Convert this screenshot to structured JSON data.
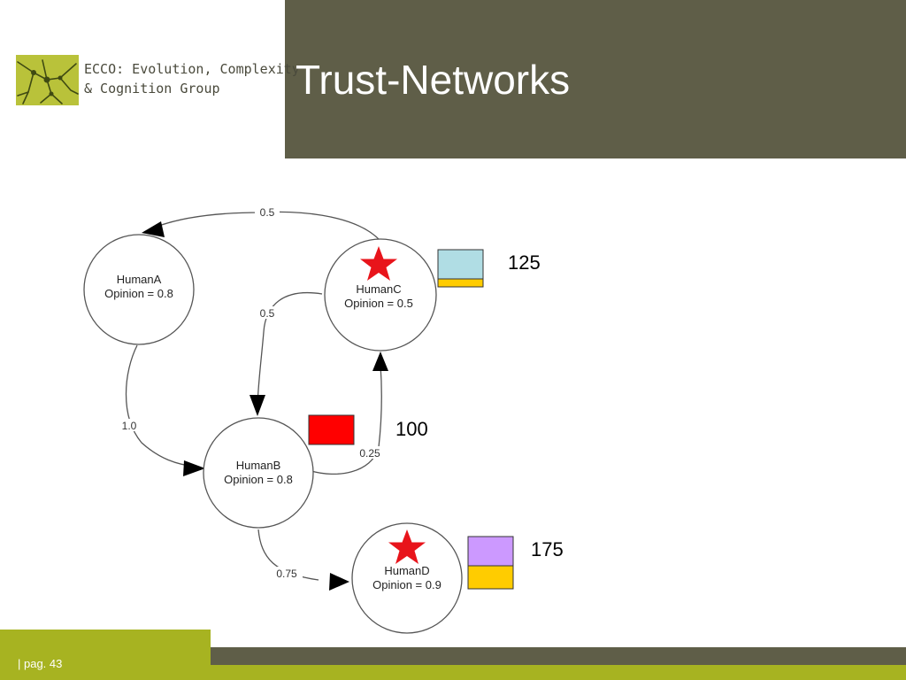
{
  "header": {
    "logo_line1": "ECCO: Evolution, Complexity",
    "logo_line2": "& Cognition Group",
    "title": "Trust-Networks"
  },
  "diagram": {
    "nodes": {
      "humanA": {
        "name": "HumanA",
        "opinion": "Opinion = 0.8"
      },
      "humanB": {
        "name": "HumanB",
        "opinion": "Opinion = 0.8"
      },
      "humanC": {
        "name": "HumanC",
        "opinion": "Opinion = 0.5"
      },
      "humanD": {
        "name": "HumanD",
        "opinion": "Opinion = 0.9"
      }
    },
    "edges": {
      "c_to_a": "0.5",
      "c_to_b": "0.5",
      "a_to_b": "1.0",
      "b_to_c": "0.25",
      "b_to_d": "0.75"
    },
    "values": {
      "humanC": "125",
      "humanB": "100",
      "humanD": "175"
    },
    "colors": {
      "light_blue": "#b0dde4",
      "yellow": "#ffcc00",
      "red": "#ff0000",
      "lavender": "#cc99ff",
      "star": "#e8141b"
    }
  },
  "footer": {
    "page": "|   pag. 43"
  }
}
